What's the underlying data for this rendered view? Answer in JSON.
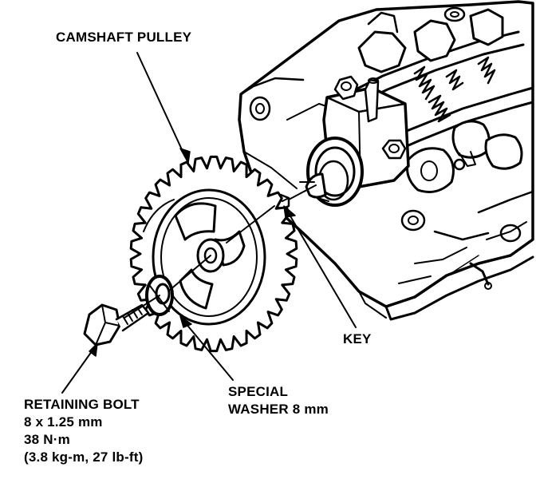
{
  "labels": {
    "camshaft_pulley": "CAMSHAFT PULLEY",
    "key": "KEY",
    "special_washer": [
      "SPECIAL",
      "WASHER 8 mm"
    ],
    "retaining_bolt": [
      "RETAINING BOLT",
      "8 x 1.25 mm",
      "38 N·m",
      "(3.8 kg-m, 27 lb-ft)"
    ]
  },
  "colors": {
    "ink": "#000000",
    "paper": "#ffffff"
  }
}
